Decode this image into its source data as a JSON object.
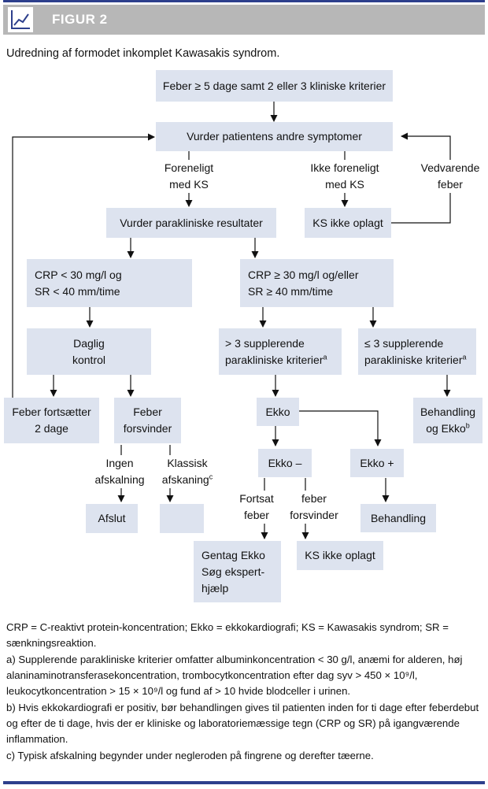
{
  "header": {
    "title": "FIGUR 2",
    "icon": "line-chart-icon"
  },
  "subtitle": "Udredning af formodet inkomplet Kawasakis syndrom.",
  "nodes": {
    "start": [
      "Feber ≥ 5 dage samt 2 eller 3 kliniske kriterier"
    ],
    "vurder_symptomer": [
      "Vurder patientens andre symptomer"
    ],
    "vurder_paraklinik": [
      "Vurder parakliniske resultater"
    ],
    "ks_ikke_oplagt_1": [
      "KS ikke oplagt"
    ],
    "crp_lav": [
      "CRP < 30 mg/l og",
      "SR < 40 mm/time"
    ],
    "crp_hoj": [
      "CRP ≥ 30 mg/l og/eller",
      "SR ≥ 40 mm/time"
    ],
    "daglig_kontrol": [
      "Daglig",
      "kontrol"
    ],
    "flere_kriterier": [
      "> 3 supplerende",
      "parakliniske kriterier"
    ],
    "faerre_kriterier": [
      "≤ 3 supplerende",
      "parakliniske kriterier"
    ],
    "feber_fortsaetter": [
      "Feber fortsætter",
      "2 dage"
    ],
    "feber_forsvinder": [
      "Feber",
      "forsvinder"
    ],
    "ekko": [
      "Ekko"
    ],
    "behandling_ekko": [
      "Behandling",
      "og Ekko"
    ],
    "ekko_neg": [
      "Ekko –"
    ],
    "ekko_pos": [
      "Ekko +"
    ],
    "afslut": [
      "Afslut"
    ],
    "tom": [],
    "behandling": [
      "Behandling"
    ],
    "gentag_ekko": [
      "Gentag Ekko",
      "Søg ekspert-",
      "hjælp"
    ],
    "ks_ikke_oplagt_2": [
      "KS ikke oplagt"
    ]
  },
  "superscripts": {
    "flere_kriterier": "a",
    "faerre_kriterier": "a",
    "behandling_ekko": "b",
    "klassisk": "c"
  },
  "labels": {
    "foreneligt": [
      "Foreneligt",
      "med KS"
    ],
    "ikke_foreneligt": [
      "Ikke foreneligt",
      "med KS"
    ],
    "vedvarende": [
      "Vedvarende",
      "feber"
    ],
    "ingen": [
      "Ingen",
      "afskalning"
    ],
    "klassisk": [
      "Klassisk",
      "afskaning"
    ],
    "fortsat": [
      "Fortsat",
      "feber"
    ],
    "feber_forsvinder_lbl": [
      "feber",
      "forsvinder"
    ]
  },
  "notes": {
    "abbrev": "CRP = C-reaktivt protein-koncentration; Ekko = ekkokardiografi; KS = Kawasakis syndrom; SR = sænkningsreaktion.",
    "a": "a) Supplerende parakliniske kriterier omfatter albuminkoncentration < 30 g/l, anæmi for alderen, høj alaninaminotransferasekoncentration, trombocytkoncentration efter dag syv > 450 × 10⁹/l, leukocytkoncentration > 15 × 10⁹/l og fund af > 10 hvide blodceller i urinen.",
    "b": "b) Hvis ekkokardiografi er positiv, bør behandlingen gives til patienten inden for ti dage efter feberdebut og efter de ti dage, hvis der er kliniske og laboratoriemæssige tegn (CRP og SR) på igangværende inflammation.",
    "c": "c) Typisk afskalning begynder under negleroden på fingrene og derefter tæerne."
  },
  "colors": {
    "box": "#dde3ef",
    "header": "#b7b7b7",
    "accent": "#2d3f8c"
  }
}
